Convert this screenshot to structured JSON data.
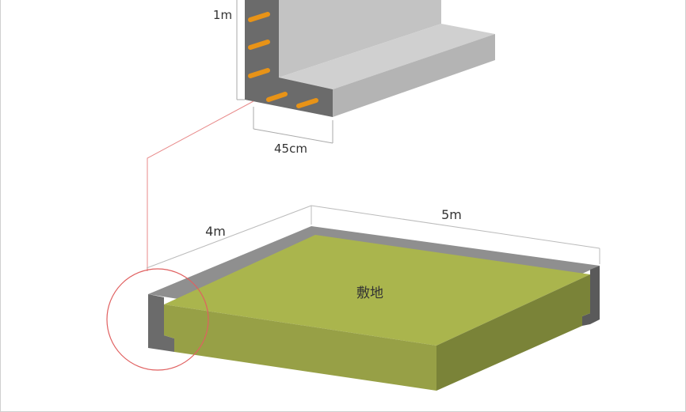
{
  "labels": {
    "wall_height": "1m",
    "footing_width": "45cm",
    "depth_side": "4m",
    "width_side": "5m",
    "site": "敷地"
  },
  "colors": {
    "concrete_light": "#bdbdbd",
    "concrete_dark": "#6b6b6b",
    "rebar": "#e89317",
    "site_top": "#aab54d",
    "site_front": "#97a046",
    "site_side": "#7a8338",
    "callout": "#e06060"
  }
}
